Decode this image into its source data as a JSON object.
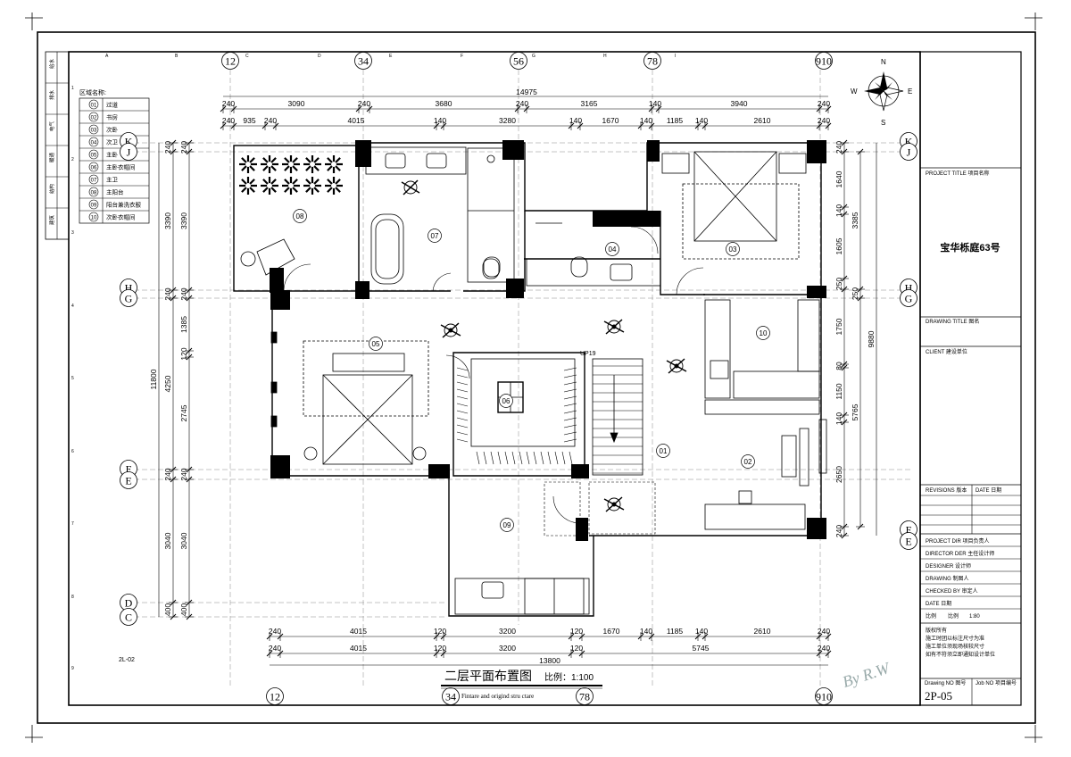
{
  "project": {
    "project_title_label": "PROJECT TITLE 项目名称",
    "project_name": "宝华栎庭63号",
    "drawing_title_label": "DRAWING TITLE 图名",
    "client_label": "CLIENT 建设单位",
    "revisions_label": "REVISIONS 版本",
    "date_label": "DATE 日期",
    "project_dir": "PROJECT DIR 项目负责人",
    "director": "DIRECTOR DER 主任设计师",
    "designer": "DESIGNER 设计师",
    "drawing": "DRAWING 制图人",
    "checked": "CHECKED BY 审定人",
    "date2": "DATE 日期",
    "scale_label": "比例",
    "scale_label2": "比例",
    "scale_value": "1:80",
    "copyright_lines": [
      "版权所有",
      "施工时团以标注尺寸为准",
      "施工单位须现场核较尺寸",
      "如有不符须立即通知设计单位"
    ],
    "drawing_no_label": "Drawing NO 图号",
    "job_no_label": "Job NO 项目编号",
    "drawing_no": "2P-05",
    "signature": "By R.W"
  },
  "plan": {
    "title": "二层平面布置图",
    "scale": "比例：1:100",
    "subtitle": "Fintare and origind stru ctare",
    "sheet_code": "2L-02",
    "stair_label": "UP19"
  },
  "legend": {
    "title": "区域名称:",
    "items": [
      {
        "no": "01",
        "name": "过道"
      },
      {
        "no": "02",
        "name": "书房"
      },
      {
        "no": "03",
        "name": "次卧"
      },
      {
        "no": "04",
        "name": "次卫"
      },
      {
        "no": "05",
        "name": "主卧"
      },
      {
        "no": "06",
        "name": "主卧衣帽间"
      },
      {
        "no": "07",
        "name": "主卫"
      },
      {
        "no": "08",
        "name": "主阳台"
      },
      {
        "no": "09",
        "name": "阳台兼洗衣服"
      },
      {
        "no": "10",
        "name": "次卧衣帽间"
      }
    ]
  },
  "rooms": [
    "08",
    "07",
    "04",
    "03",
    "05",
    "06",
    "10",
    "01",
    "02",
    "09"
  ],
  "grid": {
    "top": [
      "12",
      "34",
      "56",
      "78",
      "910"
    ],
    "bottom": [
      "12",
      "34",
      "78",
      "910"
    ],
    "left": [
      "K",
      "J",
      "H",
      "G",
      "F",
      "E",
      "D",
      "C"
    ],
    "right": [
      "K",
      "J",
      "H",
      "G",
      "F",
      "E"
    ]
  },
  "border_letters": [
    "A",
    "B",
    "C",
    "D",
    "E",
    "F",
    "G",
    "H",
    "I"
  ],
  "border_numbers": [
    "1",
    "2",
    "3",
    "4",
    "5",
    "6",
    "7",
    "8",
    "9"
  ],
  "left_strip": [
    "给水",
    "排水",
    "电气",
    "暖通",
    "结构",
    "建筑"
  ],
  "compass": {
    "n": "N",
    "e": "E",
    "s": "S",
    "w": "W"
  },
  "dims": {
    "top_total": "14975",
    "top_row1": [
      "240",
      "3090",
      "240",
      "3680",
      "240",
      "3165",
      "140",
      "3940",
      "240"
    ],
    "top_row2": [
      "240",
      "935",
      "240",
      "4015",
      "140",
      "3280",
      "140",
      "1670",
      "140",
      "1185",
      "140",
      "2610",
      "240"
    ],
    "bot_row1": [
      "240",
      "4015",
      "120",
      "3200",
      "120",
      "1670",
      "140",
      "1185",
      "140",
      "2610",
      "240"
    ],
    "bot_row2": [
      "240",
      "4015",
      "120",
      "3200",
      "120",
      "5745",
      "240"
    ],
    "bot_total": "13800",
    "left_total": "11800",
    "left_col1": [
      "240",
      "3390",
      "240",
      "4250",
      "240",
      "3040",
      "400"
    ],
    "left_col2": [
      "240",
      "3390",
      "240",
      "1385",
      "120",
      "2745",
      "240",
      "3040",
      "400"
    ],
    "right_col1": [
      "240",
      "1640",
      "140",
      "1605",
      "250",
      "1750",
      "80",
      "1150",
      "140",
      "2650",
      "240"
    ],
    "right_col2": [
      "3385",
      "250",
      "5765"
    ],
    "right_total": "9880"
  }
}
